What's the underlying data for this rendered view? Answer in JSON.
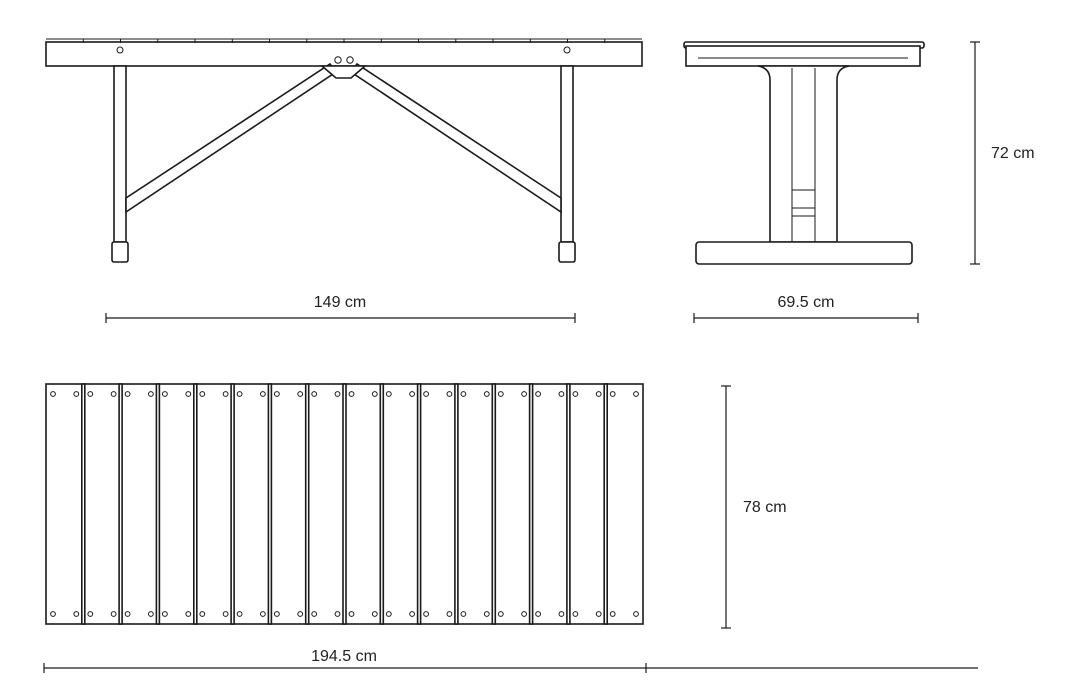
{
  "dimensions": {
    "front_width": "149 cm",
    "side_depth": "69.5 cm",
    "height": "72 cm",
    "top_depth": "78 cm",
    "top_length": "194.5 cm"
  },
  "top_view": {
    "slat_count": 16
  }
}
